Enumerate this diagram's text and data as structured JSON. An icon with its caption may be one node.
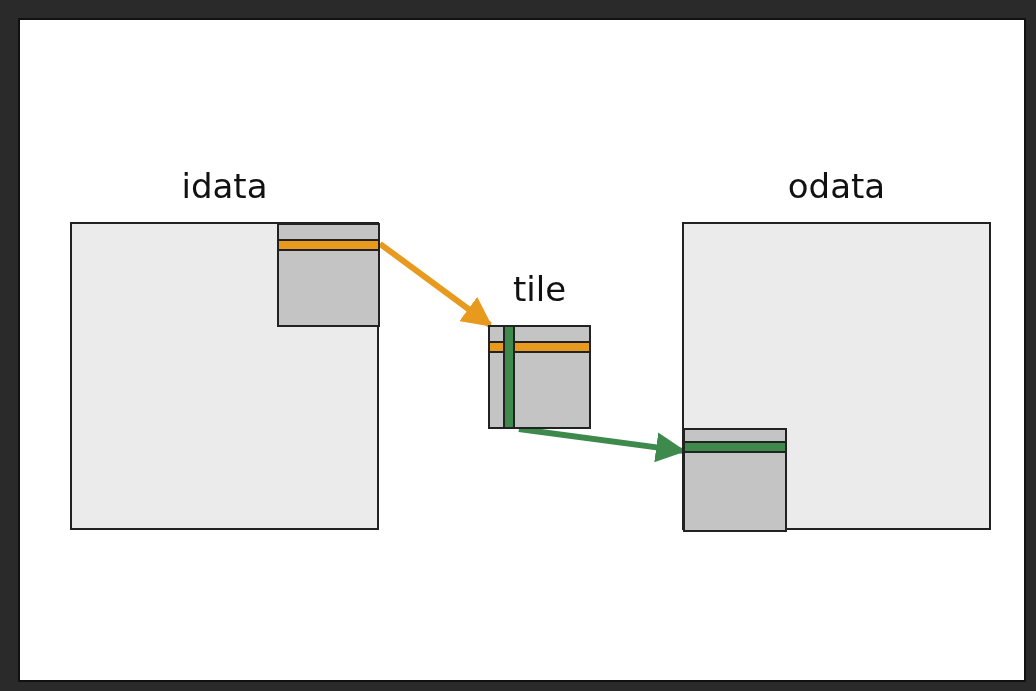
{
  "diagram": {
    "nodes": [
      {
        "text": [
          "idata"
        ]
      },
      {
        "text": [],
        "shape": "box",
        "in": 0
      },
      {
        "text": [
          "tile"
        ]
      },
      {
        "text": [
          "odata"
        ]
      },
      {
        "text": [],
        "shape": "box",
        "in": 3
      }
    ],
    "edges": [
      {
        "from": 1,
        "to": 2,
        "arrow": "to",
        "color": "#e89a1e"
      },
      {
        "from": 2,
        "to": 4,
        "arrow": "to",
        "color": "#3e8a4c"
      }
    ]
  }
}
